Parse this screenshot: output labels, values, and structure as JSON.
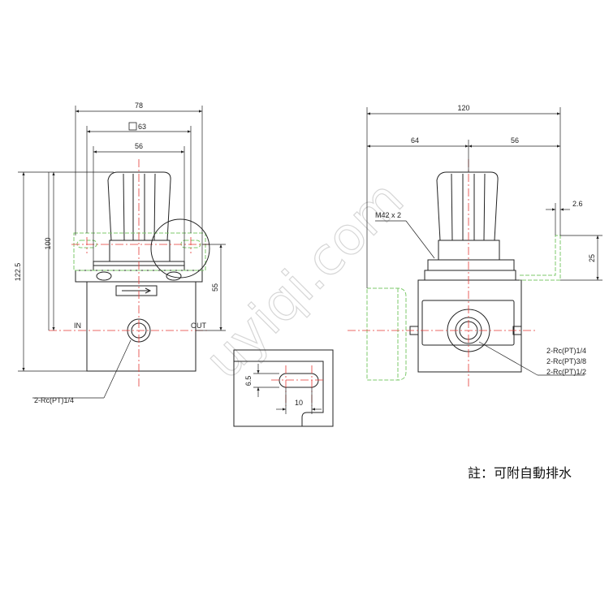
{
  "dimensions": {
    "overall_width": "78",
    "square_body": "63",
    "knob_width": "56",
    "overall_height": "122.5",
    "height_to_port": "100",
    "port_to_top": "55",
    "side_total": "120",
    "side_left": "64",
    "side_right": "56",
    "thread": "M42 x 2",
    "panel_thickness": "2.6",
    "panel_height": "25",
    "slot_height": "6.5",
    "slot_width": "10"
  },
  "labels": {
    "in": "IN",
    "out": "OUT",
    "front_port": "2-Rc(PT)1/4",
    "side_ports": [
      "2-Rc(PT)1/4",
      "2-Rc(PT)3/8",
      "2-Rc(PT)1/2"
    ]
  },
  "note": "註：可附自動排水",
  "watermark": "uyiqi.com",
  "colors": {
    "line": "#222222",
    "centerline": "#e53935",
    "phantom": "#7cc96b",
    "watermark": "#d6d6d6"
  }
}
